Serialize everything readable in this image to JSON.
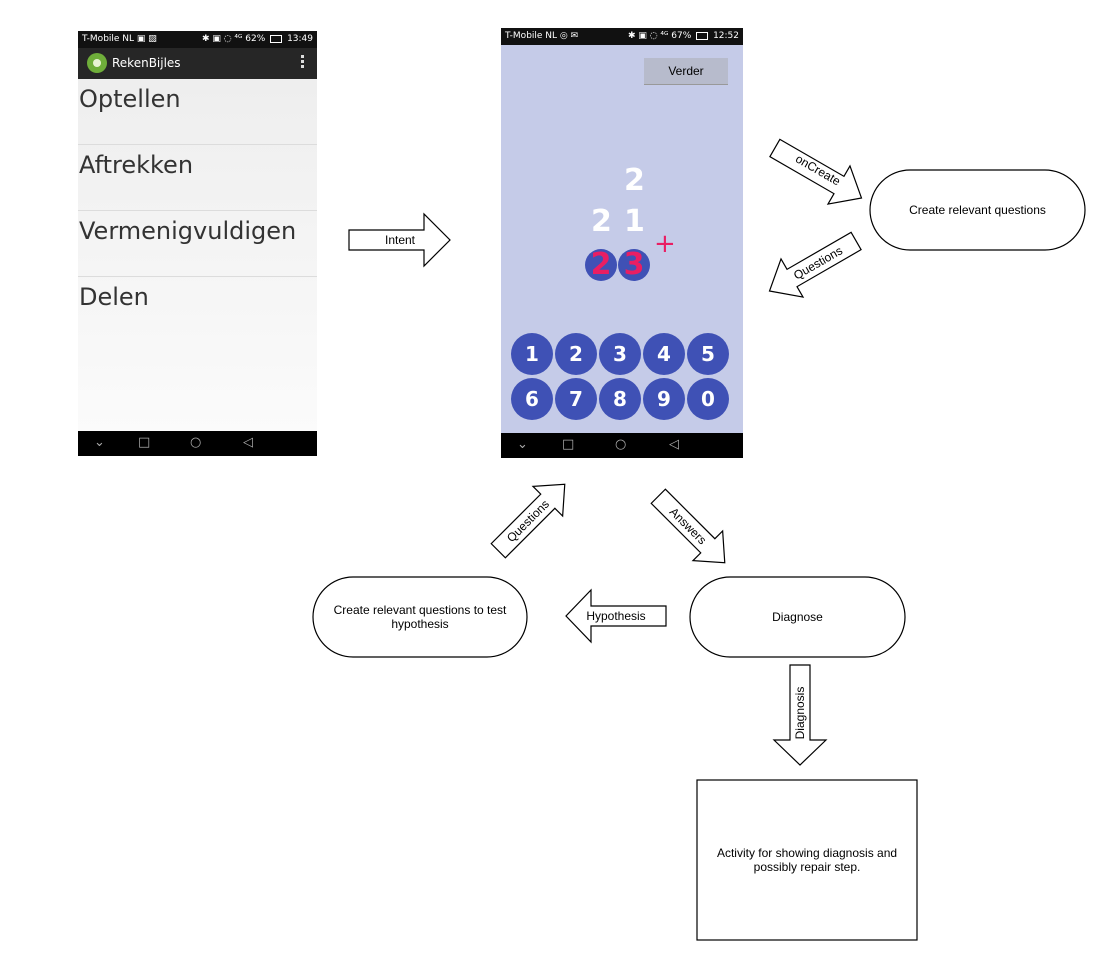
{
  "phone1": {
    "status": {
      "carrier": "T-Mobile NL ▣ ▨",
      "icons": "✱ ▣ ◌ ⁴ᴳ",
      "battery": "62%",
      "time": "13:49"
    },
    "app_title": "RekenBijles",
    "menu": [
      "Optellen",
      "Aftrekken",
      "Vermenigvuldigen",
      "Delen"
    ],
    "nav": {
      "down": "⌄",
      "recent": "□",
      "home": "○",
      "back": "◁"
    }
  },
  "phone2": {
    "status": {
      "carrier": "T-Mobile NL ◎ ✉",
      "icons": "✱ ▣ ◌ ⁴ᴳ",
      "battery": "67%",
      "time": "12:52"
    },
    "verder": "Verder",
    "problem": {
      "top_digit": "2",
      "mid_left": "2",
      "mid_right": "1",
      "answer": [
        "2",
        "3"
      ],
      "operator": "+"
    },
    "keypad": [
      "1",
      "2",
      "3",
      "4",
      "5",
      "6",
      "7",
      "8",
      "9",
      "0"
    ],
    "nav": {
      "down": "⌄",
      "recent": "□",
      "home": "○",
      "back": "◁"
    }
  },
  "diagram": {
    "arrows": {
      "intent": "Intent",
      "oncreate": "onCreate",
      "questions_right": "Questions",
      "questions_left": "Questions",
      "answers": "Answers",
      "hypothesis": "Hypothesis",
      "diagnosis": "Diagnosis"
    },
    "nodes": {
      "create_questions": "Create relevant questions",
      "create_test": "Create relevant questions to test hypothesis",
      "diagnose": "Diagnose",
      "activity": "Activity for showing diagnosis and possibly repair step."
    }
  }
}
